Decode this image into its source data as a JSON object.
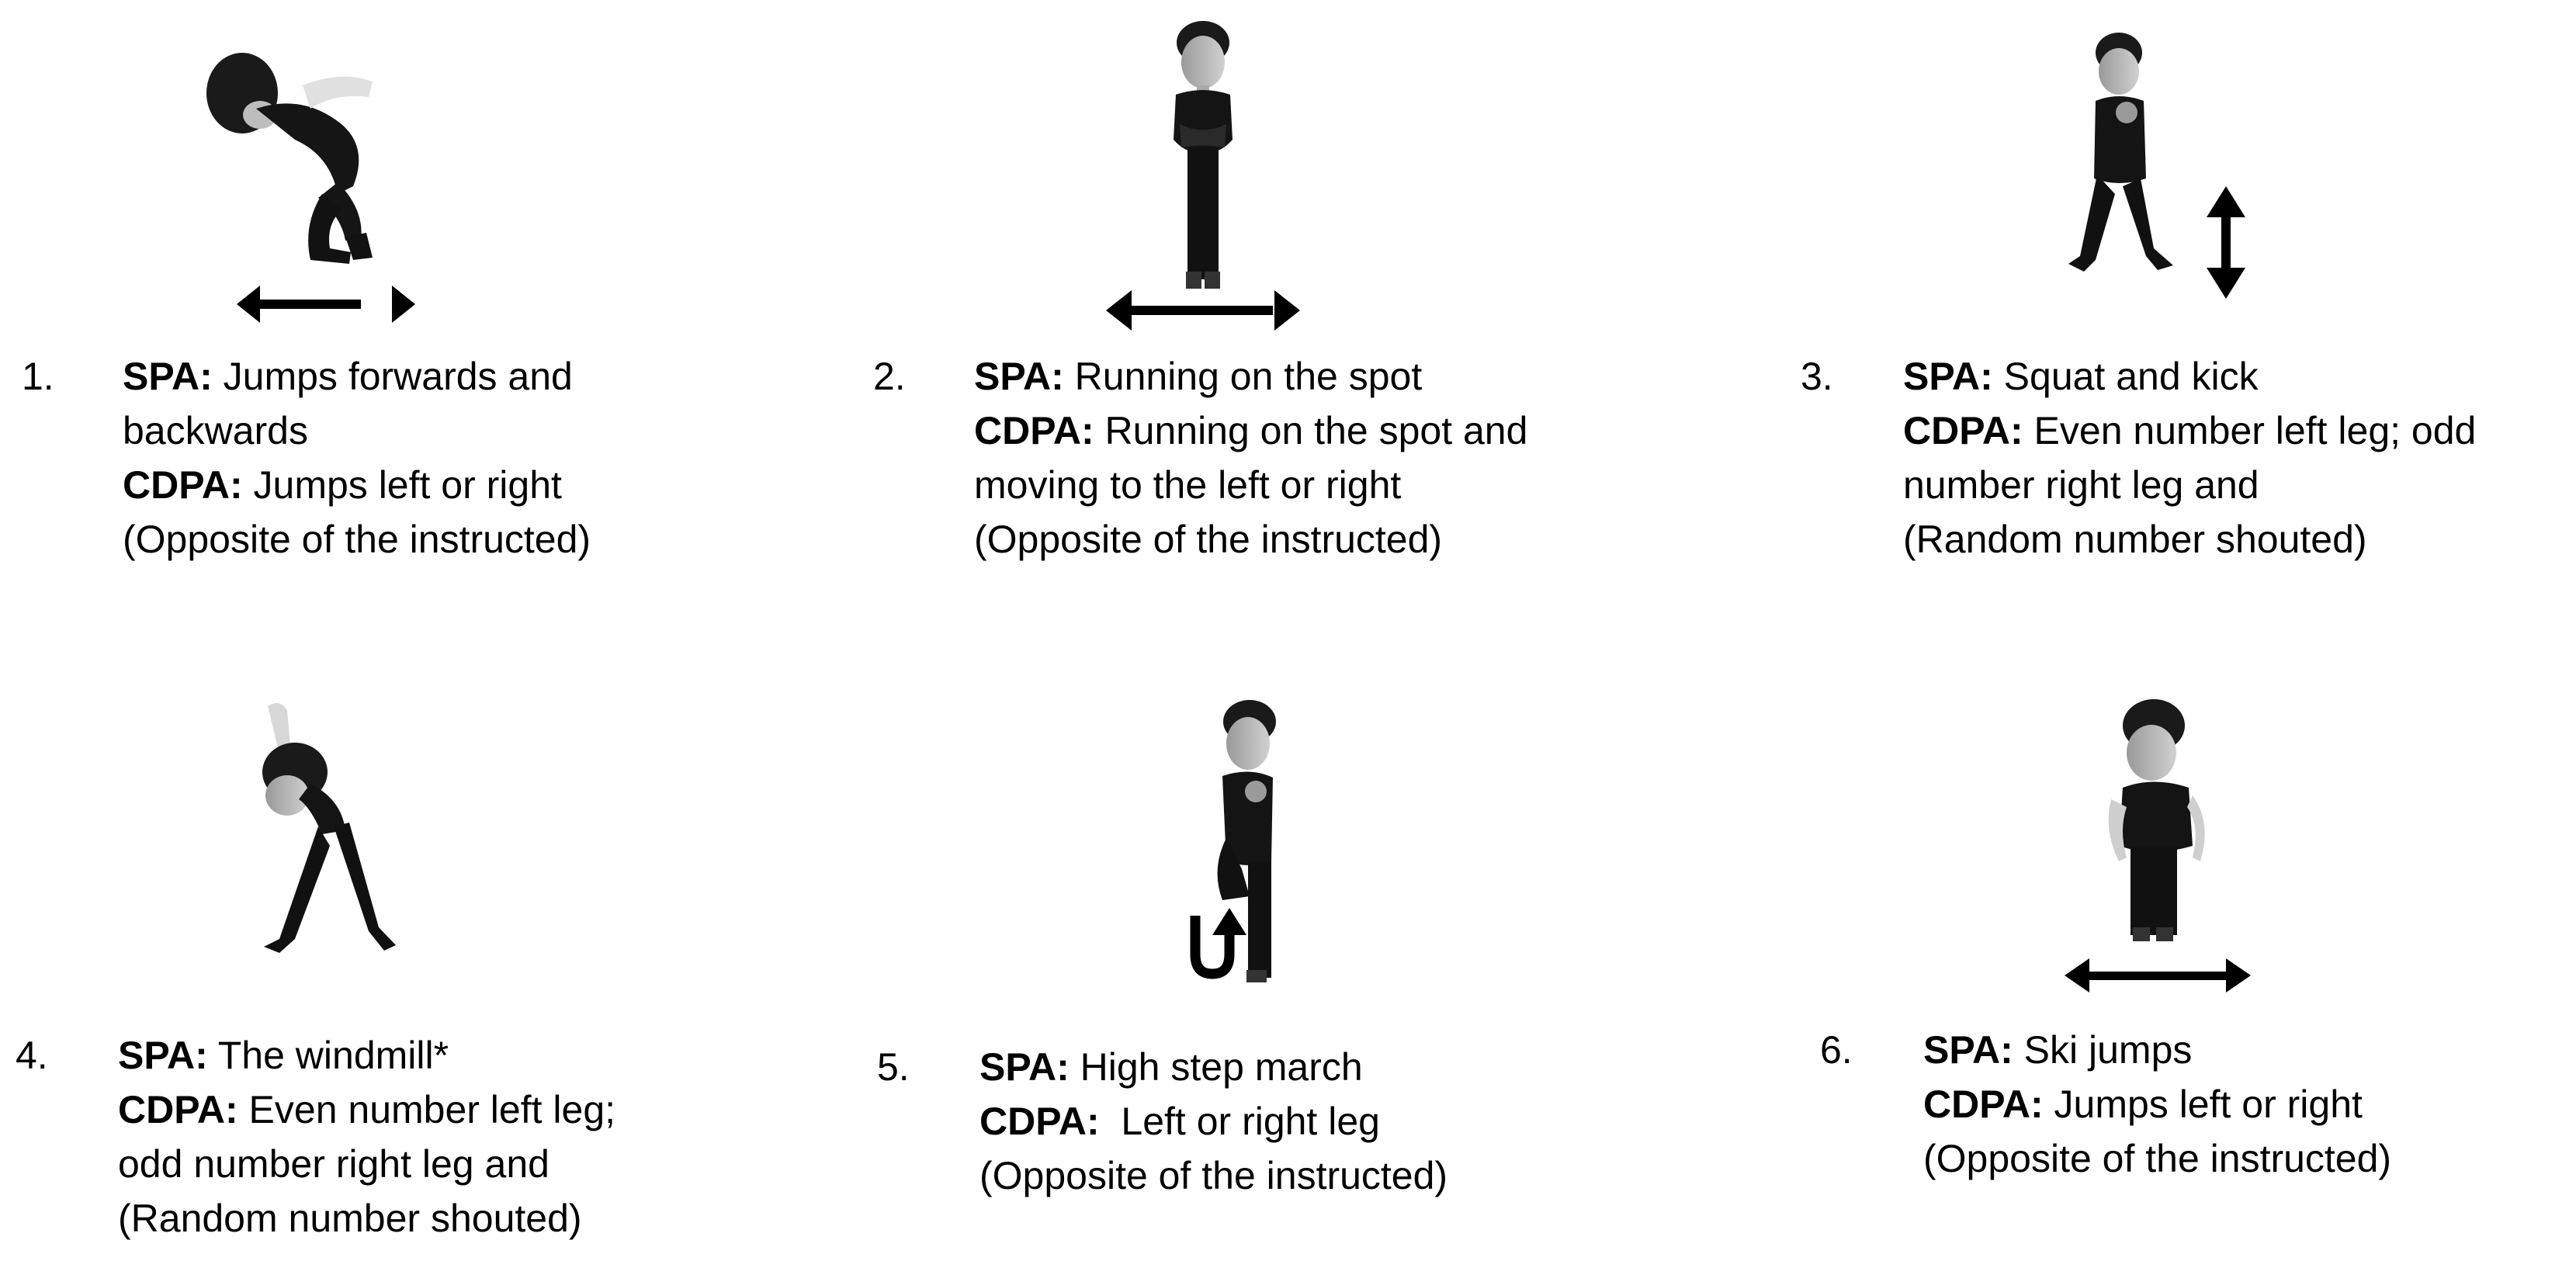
{
  "exercises": [
    {
      "number": "1.",
      "spa_label": "SPA:",
      "spa_text": "Jumps forwards and",
      "spa_text2": "backwards",
      "cdpa_label": "CDPA:",
      "cdpa_text": "Jumps left or right",
      "note": "(Opposite of the instructed)",
      "arrow": "horizontal-double-arrow-icon"
    },
    {
      "number": "2.",
      "spa_label": "SPA:",
      "spa_text": "Running on the spot",
      "cdpa_label": "CDPA:",
      "cdpa_text": "Running on the spot and",
      "cdpa_text2": "moving to the left or right",
      "note": "(Opposite of the instructed)",
      "arrow": "horizontal-double-arrow-icon"
    },
    {
      "number": "3.",
      "spa_label": "SPA:",
      "spa_text": "Squat and kick",
      "cdpa_label": "CDPA:",
      "cdpa_text": "Even number left leg; odd",
      "cdpa_text2": "number right leg and",
      "note": "(Random number shouted)",
      "arrow": "vertical-double-arrow-icon"
    },
    {
      "number": "4.",
      "spa_label": "SPA:",
      "spa_text": "The windmill*",
      "cdpa_label": "CDPA:",
      "cdpa_text": "Even number left leg;",
      "cdpa_text2": "odd number right leg and",
      "note": "(Random number shouted)",
      "arrow": "none"
    },
    {
      "number": "5.",
      "spa_label": "SPA:",
      "spa_text": "High step march",
      "cdpa_label": "CDPA:",
      "cdpa_text": " Left or right leg",
      "note": "(Opposite of the instructed)",
      "arrow": "curved-up-arrow-icon"
    },
    {
      "number": "6.",
      "spa_label": "SPA:",
      "spa_text": "Ski jumps",
      "cdpa_label": "CDPA:",
      "cdpa_text": "Jumps left or right",
      "note": "(Opposite of the instructed)",
      "arrow": "horizontal-double-arrow-icon"
    }
  ]
}
